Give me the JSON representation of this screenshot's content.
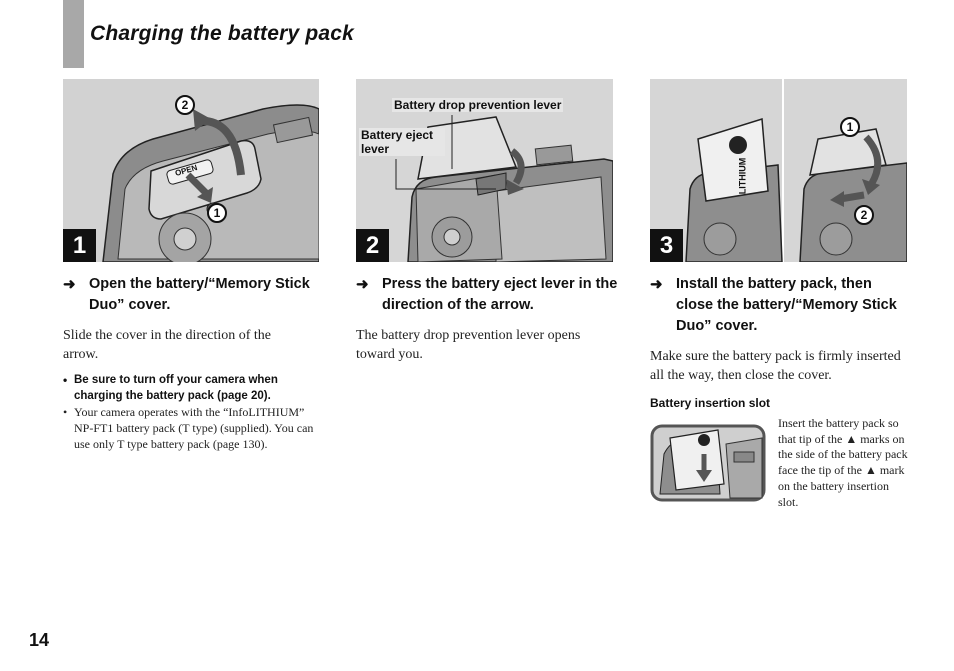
{
  "header": {
    "title": "Charging the battery pack"
  },
  "steps": [
    {
      "number": "1",
      "callouts": {
        "open_label": "OPEN",
        "circle_a": "2",
        "circle_b": "1"
      },
      "instruction": "Open the battery/“Memory Stick Duo” cover.",
      "body": "Slide the cover in the direction of the arrow.",
      "notes": [
        "Be sure to turn off your camera when charging the battery pack (page 20).",
        "Your camera operates with the “InfoLITHIUM” NP-FT1 battery pack (T type) (supplied). You can use only T type battery pack (page 130)."
      ]
    },
    {
      "number": "2",
      "callouts": {
        "drop_lever": "Battery drop prevention lever",
        "eject_lever": "Battery eject lever"
      },
      "instruction": "Press the battery eject lever in the direction of the arrow.",
      "body": "The battery drop prevention lever opens toward you."
    },
    {
      "number": "3",
      "callouts": {
        "battery_label": "LITHIUM",
        "circle_a": "1",
        "circle_b": "2"
      },
      "instruction": "Install the battery pack, then close the battery/“Memory Stick Duo” cover.",
      "body": "Make sure the battery pack is firmly inserted all the way, then close the cover.",
      "slot_heading": "Battery insertion slot",
      "slot_note": "Insert the battery pack so that tip of the ▲ marks on the side of the battery pack face the tip of the ▲ mark on the battery insertion slot."
    }
  ],
  "footer": {
    "page_number": "14"
  },
  "icons": {
    "instruction_arrow": "right-arrow-icon"
  }
}
